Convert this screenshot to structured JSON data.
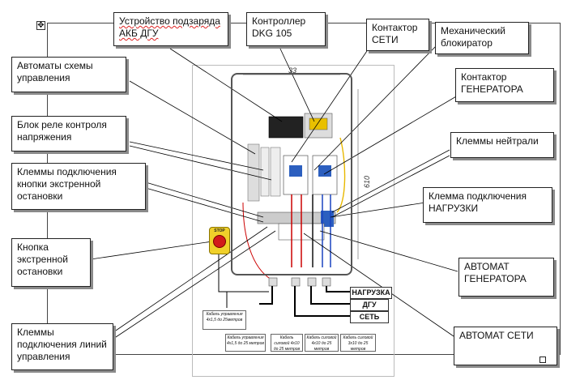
{
  "callouts": {
    "charger": "Устройство подзарядa АКБ ДГУ",
    "controller": "Контроллер DKG 105",
    "mains_contactor": "Контактор СЕТИ",
    "mech_interlock": "Механический блокиратор",
    "control_breakers": "Автоматы схемы управления",
    "gen_contactor": "Контактор ГЕНЕРАТОРА",
    "voltage_relay": "Блок реле контроля напряжения",
    "neutral_terminals": "Клеммы нейтрали",
    "estop_terminals": "Клеммы подключения кнопки экстренной остановки",
    "load_terminal": "Клемма подключения НАГРУЗКИ",
    "estop_button": "Кнопка экстренной остановки",
    "gen_breaker": "АВТОМАТ ГЕНЕРАТОРА",
    "control_line_terminals": "Клеммы подключения линий управления",
    "mains_breaker": "АВТОМАТ СЕТИ"
  },
  "dimensions": {
    "width": "33",
    "height": "610"
  },
  "wire_labels": {
    "load": "НАГРУЗКА",
    "dgu": "ДГУ",
    "mains": "СЕТЬ"
  },
  "stop_label": "STOP",
  "cable_notes": {
    "control_main": "Кабель управления 4х1,5 до 25метров",
    "control": "Кабель управления 4х1,5 до 25 метров",
    "power_mains": "Кабель силовой 4х10 до 25 метров",
    "power_gen": "Кабель силовой 4х10 до 25 метров",
    "power_load": "Кабель силовой 3х10 до 25 метров"
  }
}
